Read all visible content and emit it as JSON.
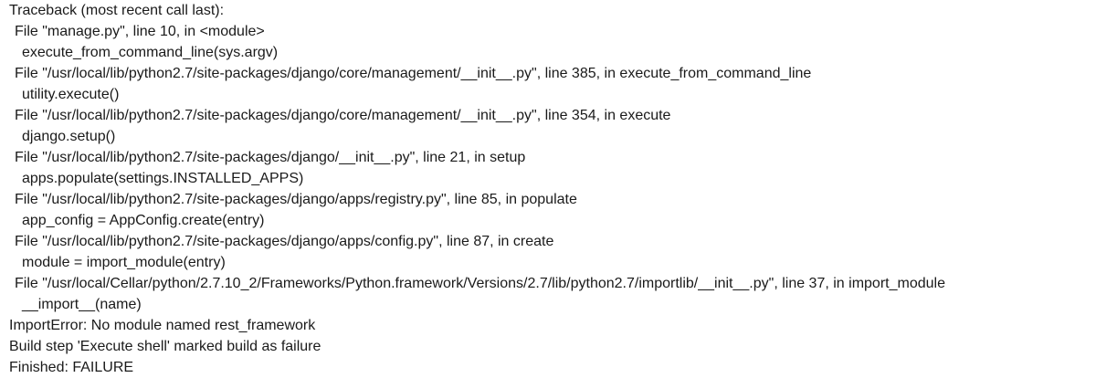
{
  "console": {
    "lines": [
      {
        "text": "Traceback (most recent call last):",
        "indent": 0
      },
      {
        "text": "File \"manage.py\", line 10, in <module>",
        "indent": 1
      },
      {
        "text": "execute_from_command_line(sys.argv)",
        "indent": 2
      },
      {
        "text": "File \"/usr/local/lib/python2.7/site-packages/django/core/management/__init__.py\", line 385, in execute_from_command_line",
        "indent": 1
      },
      {
        "text": "utility.execute()",
        "indent": 2
      },
      {
        "text": "File \"/usr/local/lib/python2.7/site-packages/django/core/management/__init__.py\", line 354, in execute",
        "indent": 1
      },
      {
        "text": "django.setup()",
        "indent": 2
      },
      {
        "text": "File \"/usr/local/lib/python2.7/site-packages/django/__init__.py\", line 21, in setup",
        "indent": 1
      },
      {
        "text": "apps.populate(settings.INSTALLED_APPS)",
        "indent": 2
      },
      {
        "text": "File \"/usr/local/lib/python2.7/site-packages/django/apps/registry.py\", line 85, in populate",
        "indent": 1
      },
      {
        "text": "app_config = AppConfig.create(entry)",
        "indent": 2
      },
      {
        "text": "File \"/usr/local/lib/python2.7/site-packages/django/apps/config.py\", line 87, in create",
        "indent": 1
      },
      {
        "text": "module = import_module(entry)",
        "indent": 2
      },
      {
        "text": "File \"/usr/local/Cellar/python/2.7.10_2/Frameworks/Python.framework/Versions/2.7/lib/python2.7/importlib/__init__.py\", line 37, in import_module",
        "indent": 1
      },
      {
        "text": "__import__(name)",
        "indent": 2
      },
      {
        "text": "ImportError: No module named rest_framework",
        "indent": 0
      },
      {
        "text": "Build step 'Execute shell' marked build as failure",
        "indent": 0
      },
      {
        "text": "Finished: FAILURE",
        "indent": 0
      }
    ]
  }
}
